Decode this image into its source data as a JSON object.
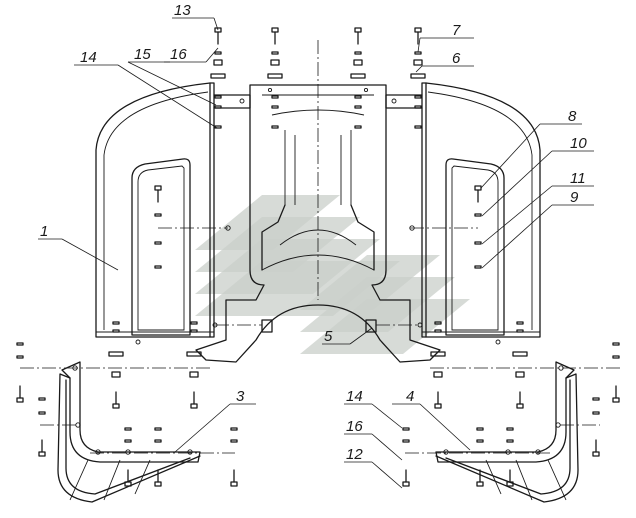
{
  "callouts": [
    {
      "id": "c13",
      "text": "13"
    },
    {
      "id": "c16a",
      "text": "16"
    },
    {
      "id": "c14a",
      "text": "14"
    },
    {
      "id": "c15",
      "text": "15"
    },
    {
      "id": "c7",
      "text": "7"
    },
    {
      "id": "c6",
      "text": "6"
    },
    {
      "id": "c8",
      "text": "8"
    },
    {
      "id": "c10",
      "text": "10"
    },
    {
      "id": "c11",
      "text": "11"
    },
    {
      "id": "c9",
      "text": "9"
    },
    {
      "id": "c1",
      "text": "1"
    },
    {
      "id": "c5",
      "text": "5"
    },
    {
      "id": "c3",
      "text": "3"
    },
    {
      "id": "c4",
      "text": "4"
    },
    {
      "id": "c14b",
      "text": "14"
    },
    {
      "id": "c16b",
      "text": "16"
    },
    {
      "id": "c12",
      "text": "12"
    }
  ],
  "colors": {
    "line": "#1a1a1a",
    "watermark": "#c9cfc9",
    "background": "#ffffff"
  }
}
